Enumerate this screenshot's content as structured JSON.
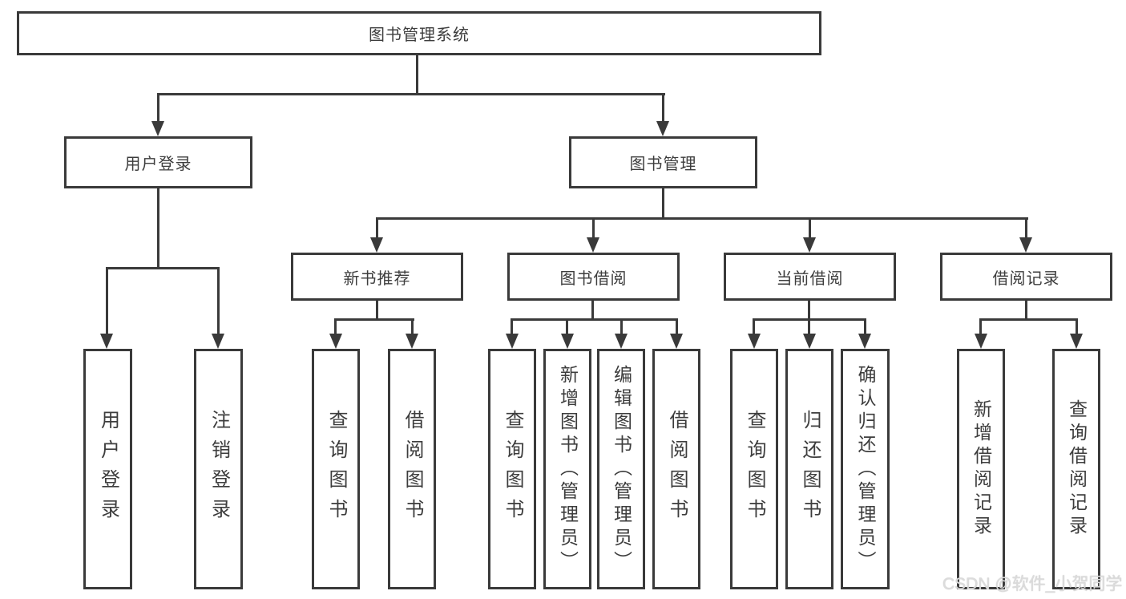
{
  "nodes": {
    "root": "图书管理系统",
    "user_login": "用户登录",
    "book_mgmt": "图书管理",
    "new_books": "新书推荐",
    "book_borrow": "图书借阅",
    "current_borrow": "当前借阅",
    "borrow_records": "借阅记录",
    "ul_user_login": "用户登录",
    "ul_logout": "注销登录",
    "nb_query": "查询图书",
    "nb_borrow": "借阅图书",
    "bb_query": "查询图书",
    "bb_add": "新增图书（管理员）",
    "bb_edit": "编辑图书（管理员）",
    "bb_borrow": "借阅图书",
    "cb_query": "查询图书",
    "cb_return": "归还图书",
    "cb_confirm": "确认归还（管理员）",
    "br_add": "新增借阅记录",
    "br_query": "查询借阅记录"
  },
  "watermark": "CSDN @软件_小贺同学",
  "colors": {
    "line": "#3a3a3a",
    "text": "#3d3d3d",
    "background": "#ffffff",
    "watermark": "#dcdcdc"
  }
}
